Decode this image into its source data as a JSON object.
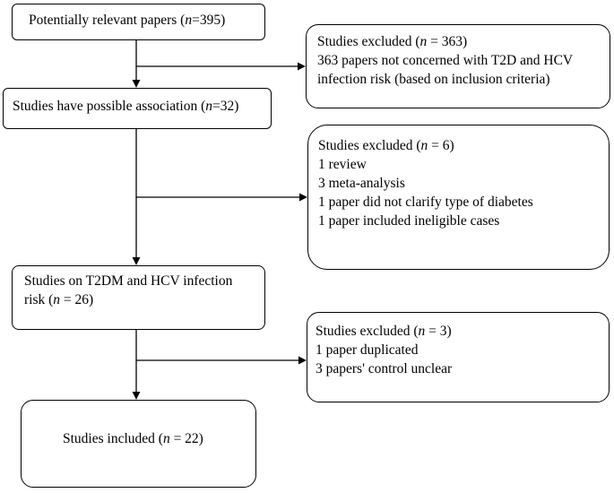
{
  "main_flow": {
    "identified": {
      "prefix": "Potentially relevant papers (",
      "n_symbol": "n",
      "suffix": "=395)"
    },
    "possible_association": {
      "prefix": "Studies have possible association (",
      "n_symbol": "n",
      "suffix": "=32)"
    },
    "t2dm_hcv": {
      "line1": "Studies on T2DM and HCV infection",
      "line2_prefix": "risk (",
      "n_symbol": "n",
      "line2_suffix": " = 26)"
    },
    "included": {
      "prefix": "Studies included (",
      "n_symbol": "n",
      "suffix": " = 22)"
    }
  },
  "exclusions": [
    {
      "header_prefix": "Studies excluded (",
      "n_symbol": "n",
      "header_suffix": " = 363)",
      "reasons": [
        "363 papers not concerned with T2D and HCV",
        "infection risk (based on inclusion criteria)"
      ]
    },
    {
      "header_prefix": "Studies excluded (",
      "n_symbol": "n",
      "header_suffix": " = 6)",
      "reasons": [
        "1 review",
        "3 meta-analysis",
        "1 paper did not clarify type of diabetes",
        "1 paper included ineligible cases"
      ]
    },
    {
      "header_prefix": "Studies excluded (",
      "n_symbol": "n",
      "header_suffix": " = 3)",
      "reasons": [
        "1 paper duplicated",
        "3 papers' control unclear"
      ]
    }
  ]
}
